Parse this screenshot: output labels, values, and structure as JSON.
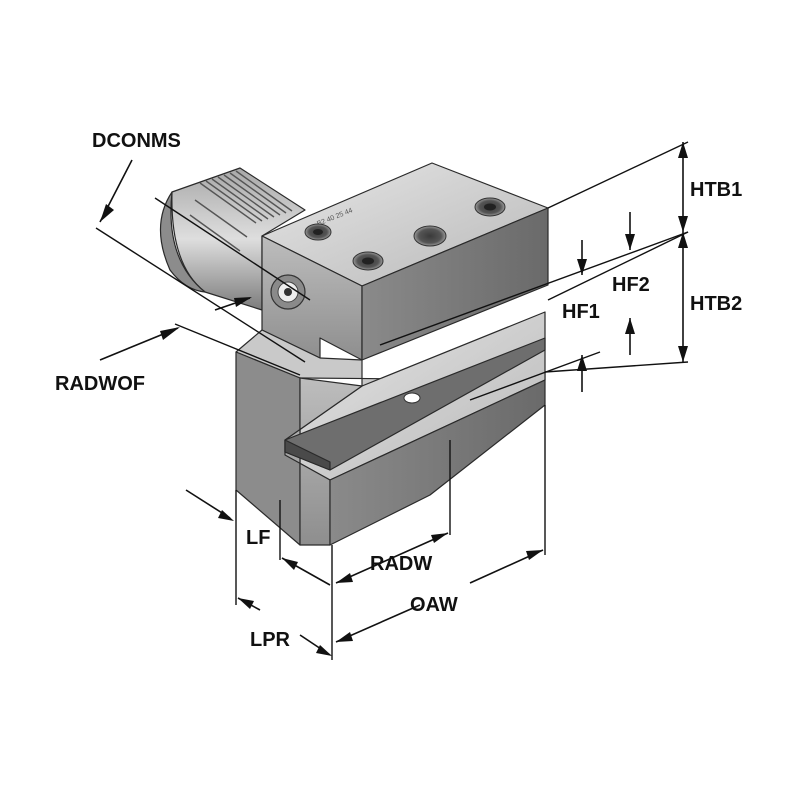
{
  "labels": {
    "dconms": "DCONMS",
    "htb1": "HTB1",
    "htb2": "HTB2",
    "hf2": "HF2",
    "hf1": "HF1",
    "radwof": "RADWOF",
    "lf": "LF",
    "radw": "RADW",
    "oaw": "OAW",
    "lpr": "LPR"
  },
  "engraving": "B2 40 25 44",
  "colors": {
    "line": "#111111",
    "steel_light": "#cfcfcf",
    "steel_mid": "#9a9a9a",
    "steel_dark": "#6e6e6e"
  }
}
